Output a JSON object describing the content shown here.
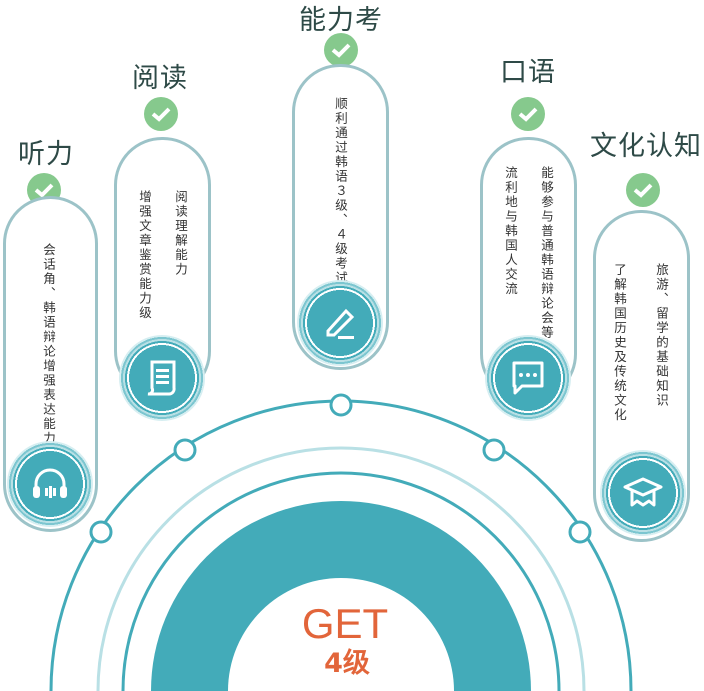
{
  "colors": {
    "teal": "#43abb9",
    "check": "#86c98d",
    "accent": "#e2653a",
    "title": "#2e4a47"
  },
  "center": {
    "line1": "GET",
    "line2": "4级"
  },
  "skills": [
    {
      "title": "听力",
      "icon": "headphones-icon",
      "cols": [
        "会话角、韩语辩论增强表达能力"
      ]
    },
    {
      "title": "阅读",
      "icon": "scroll-document-icon",
      "cols": [
        "阅读理解能力",
        "增强文章鉴赏能力级"
      ]
    },
    {
      "title": "能力考",
      "icon": "pen-edit-icon",
      "cols": [
        "顺利通过韩语３级、４级考试"
      ]
    },
    {
      "title": "口语",
      "icon": "chat-bubble-icon",
      "cols": [
        "能够参与普通韩语辩论会等",
        "流利地与韩国人交流"
      ]
    },
    {
      "title": "文化认知",
      "icon": "graduation-cap-icon",
      "cols": [
        "旅游、留学的基础知识",
        "了解韩国历史及传统文化"
      ]
    }
  ]
}
